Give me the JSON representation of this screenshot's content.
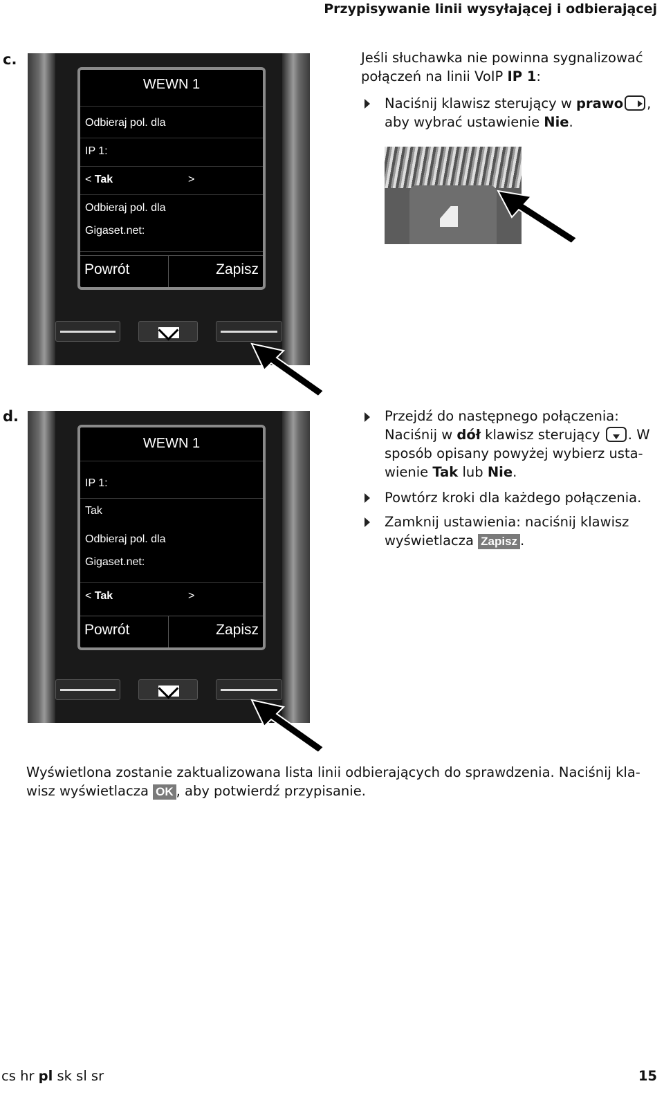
{
  "header": {
    "title": "Przypisywanie linii wysyłającej i odbierającej"
  },
  "step_c": {
    "letter": "c.",
    "screen": {
      "title": "WEWN 1",
      "line1": "Odbieraj pol. dla",
      "line2": "IP 1:",
      "selector_prefix": "<",
      "selector_value": "Tak",
      "selector_arrow": ">",
      "line3": "Odbieraj pol. dla",
      "line4": "Gigaset.net:",
      "softkey_left": "Powrót",
      "softkey_right": "Zapisz"
    },
    "intro_1": "Jeśli słuchawka nie powinna sygnalizować",
    "intro_2a": "połączeń na linii VoIP ",
    "intro_2b": "IP 1",
    "intro_2c": ":",
    "bullet_1a": "Naciśnij klawisz sterujący w ",
    "bullet_1b": "prawo",
    "bullet_1c": ",",
    "bullet_1d": "aby wybrać ustawienie ",
    "bullet_1e": "Nie",
    "bullet_1f": ".",
    "key_icon": "control-key-right-icon"
  },
  "step_d": {
    "letter": "d.",
    "screen": {
      "title": "WEWN 1",
      "line1": "IP 1:",
      "line2": "Tak",
      "line3": "Odbieraj pol. dla",
      "line4": "Gigaset.net:",
      "selector_prefix": "<",
      "selector_value": "Tak",
      "selector_arrow": ">",
      "softkey_left": "Powrót",
      "softkey_right": "Zapisz"
    },
    "bullets": [
      {
        "a": "Przejdź do następnego połączenia:",
        "b": "Naciśnij w ",
        "c": "dół",
        "d": " klawisz sterujący ",
        "e": ". W",
        "f": "sposób opisany powyżej wybierz usta-",
        "g": "wienie ",
        "h": "Tak",
        "i": " lub ",
        "j": "Nie",
        "k": "."
      },
      {
        "a": "Powtórz kroki dla każdego połączenia."
      },
      {
        "a": "Zamknij ustawienia: naciśnij klawisz",
        "b": "wyświetlacza ",
        "badge": "Zapisz",
        "c": "."
      }
    ]
  },
  "final": {
    "line1": "Wyświetlona zostanie zaktualizowana lista linii odbierających do sprawdzenia. Naciśnij kla-",
    "line2a": "wisz wyświetlacza ",
    "badge": "OK",
    "line2b": ", aby potwierdź przypisanie."
  },
  "footer": {
    "langs_pre": "cs hr ",
    "langs_bold": "pl",
    "langs_post": " sk sl sr",
    "page": "15"
  }
}
